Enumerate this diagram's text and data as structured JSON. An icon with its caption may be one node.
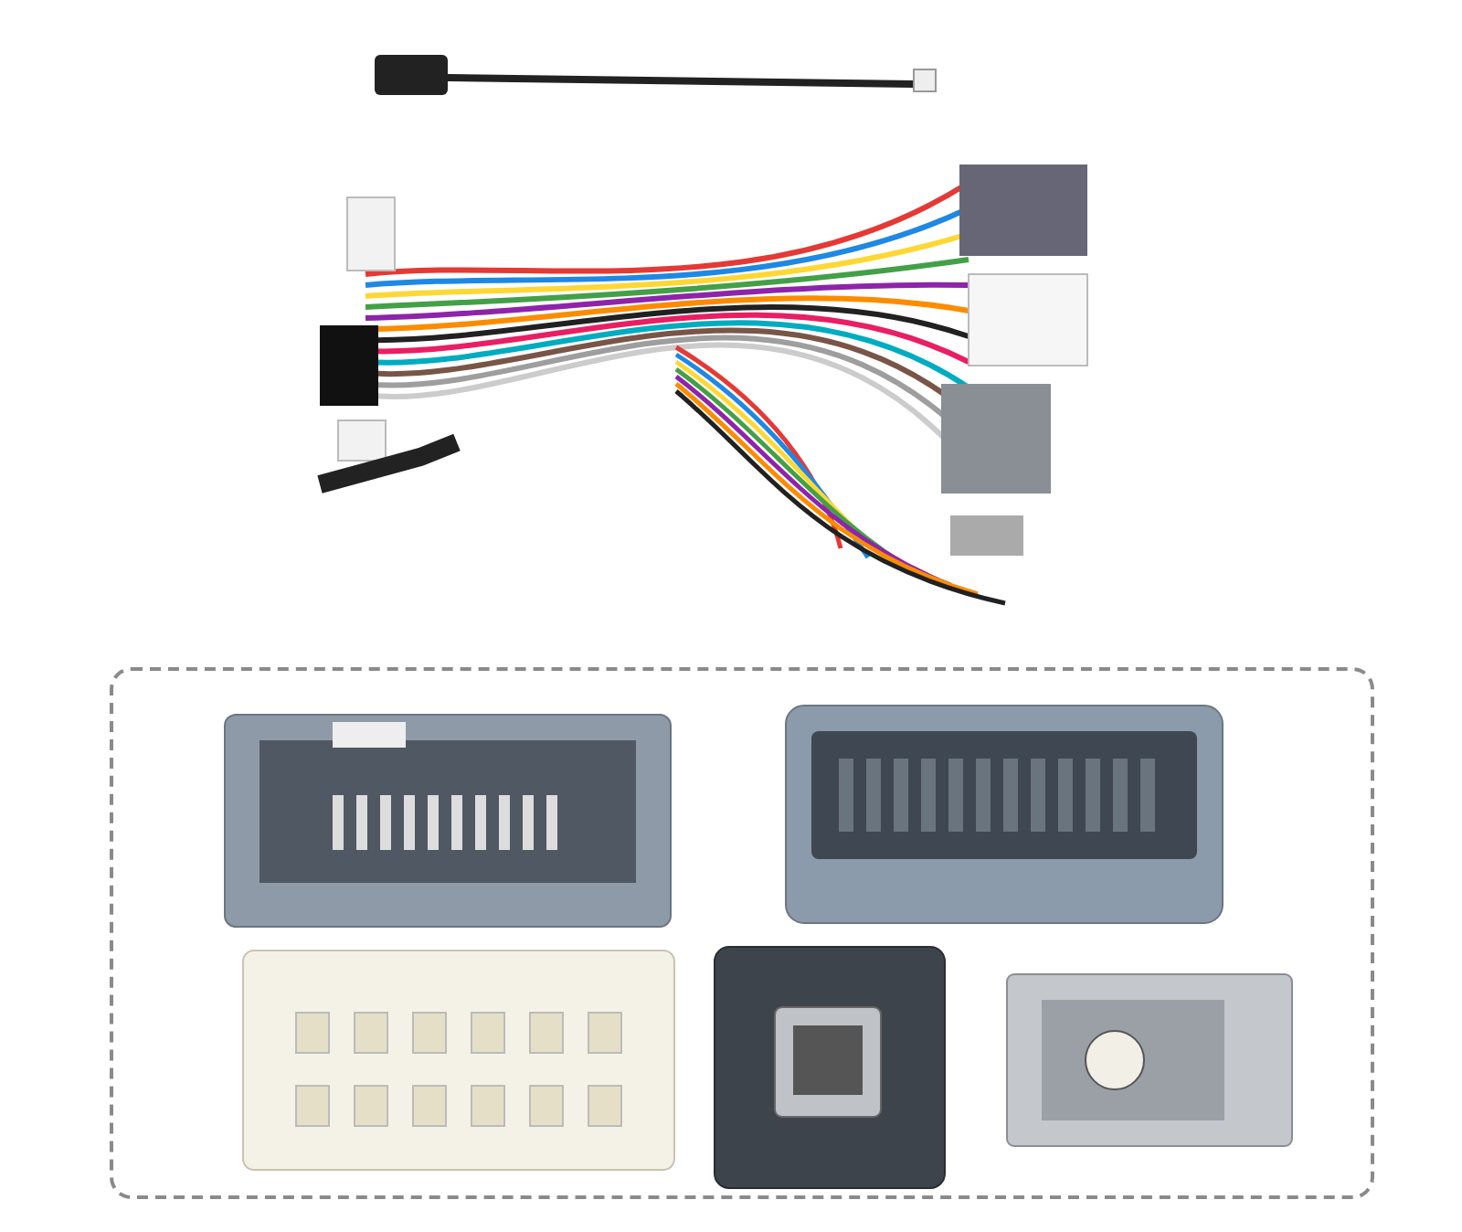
{
  "diagram": {
    "nodes": [
      {
        "text": [],
        "shape": "picture"
      },
      {
        "text": [],
        "shape": "box"
      },
      {
        "text": [],
        "shape": "picture",
        "in": 1
      },
      {
        "text": [],
        "shape": "picture",
        "in": 1
      },
      {
        "text": [],
        "shape": "picture",
        "in": 1
      },
      {
        "text": [],
        "shape": "picture",
        "in": 1
      },
      {
        "text": [],
        "shape": "picture",
        "in": 1
      }
    ]
  }
}
